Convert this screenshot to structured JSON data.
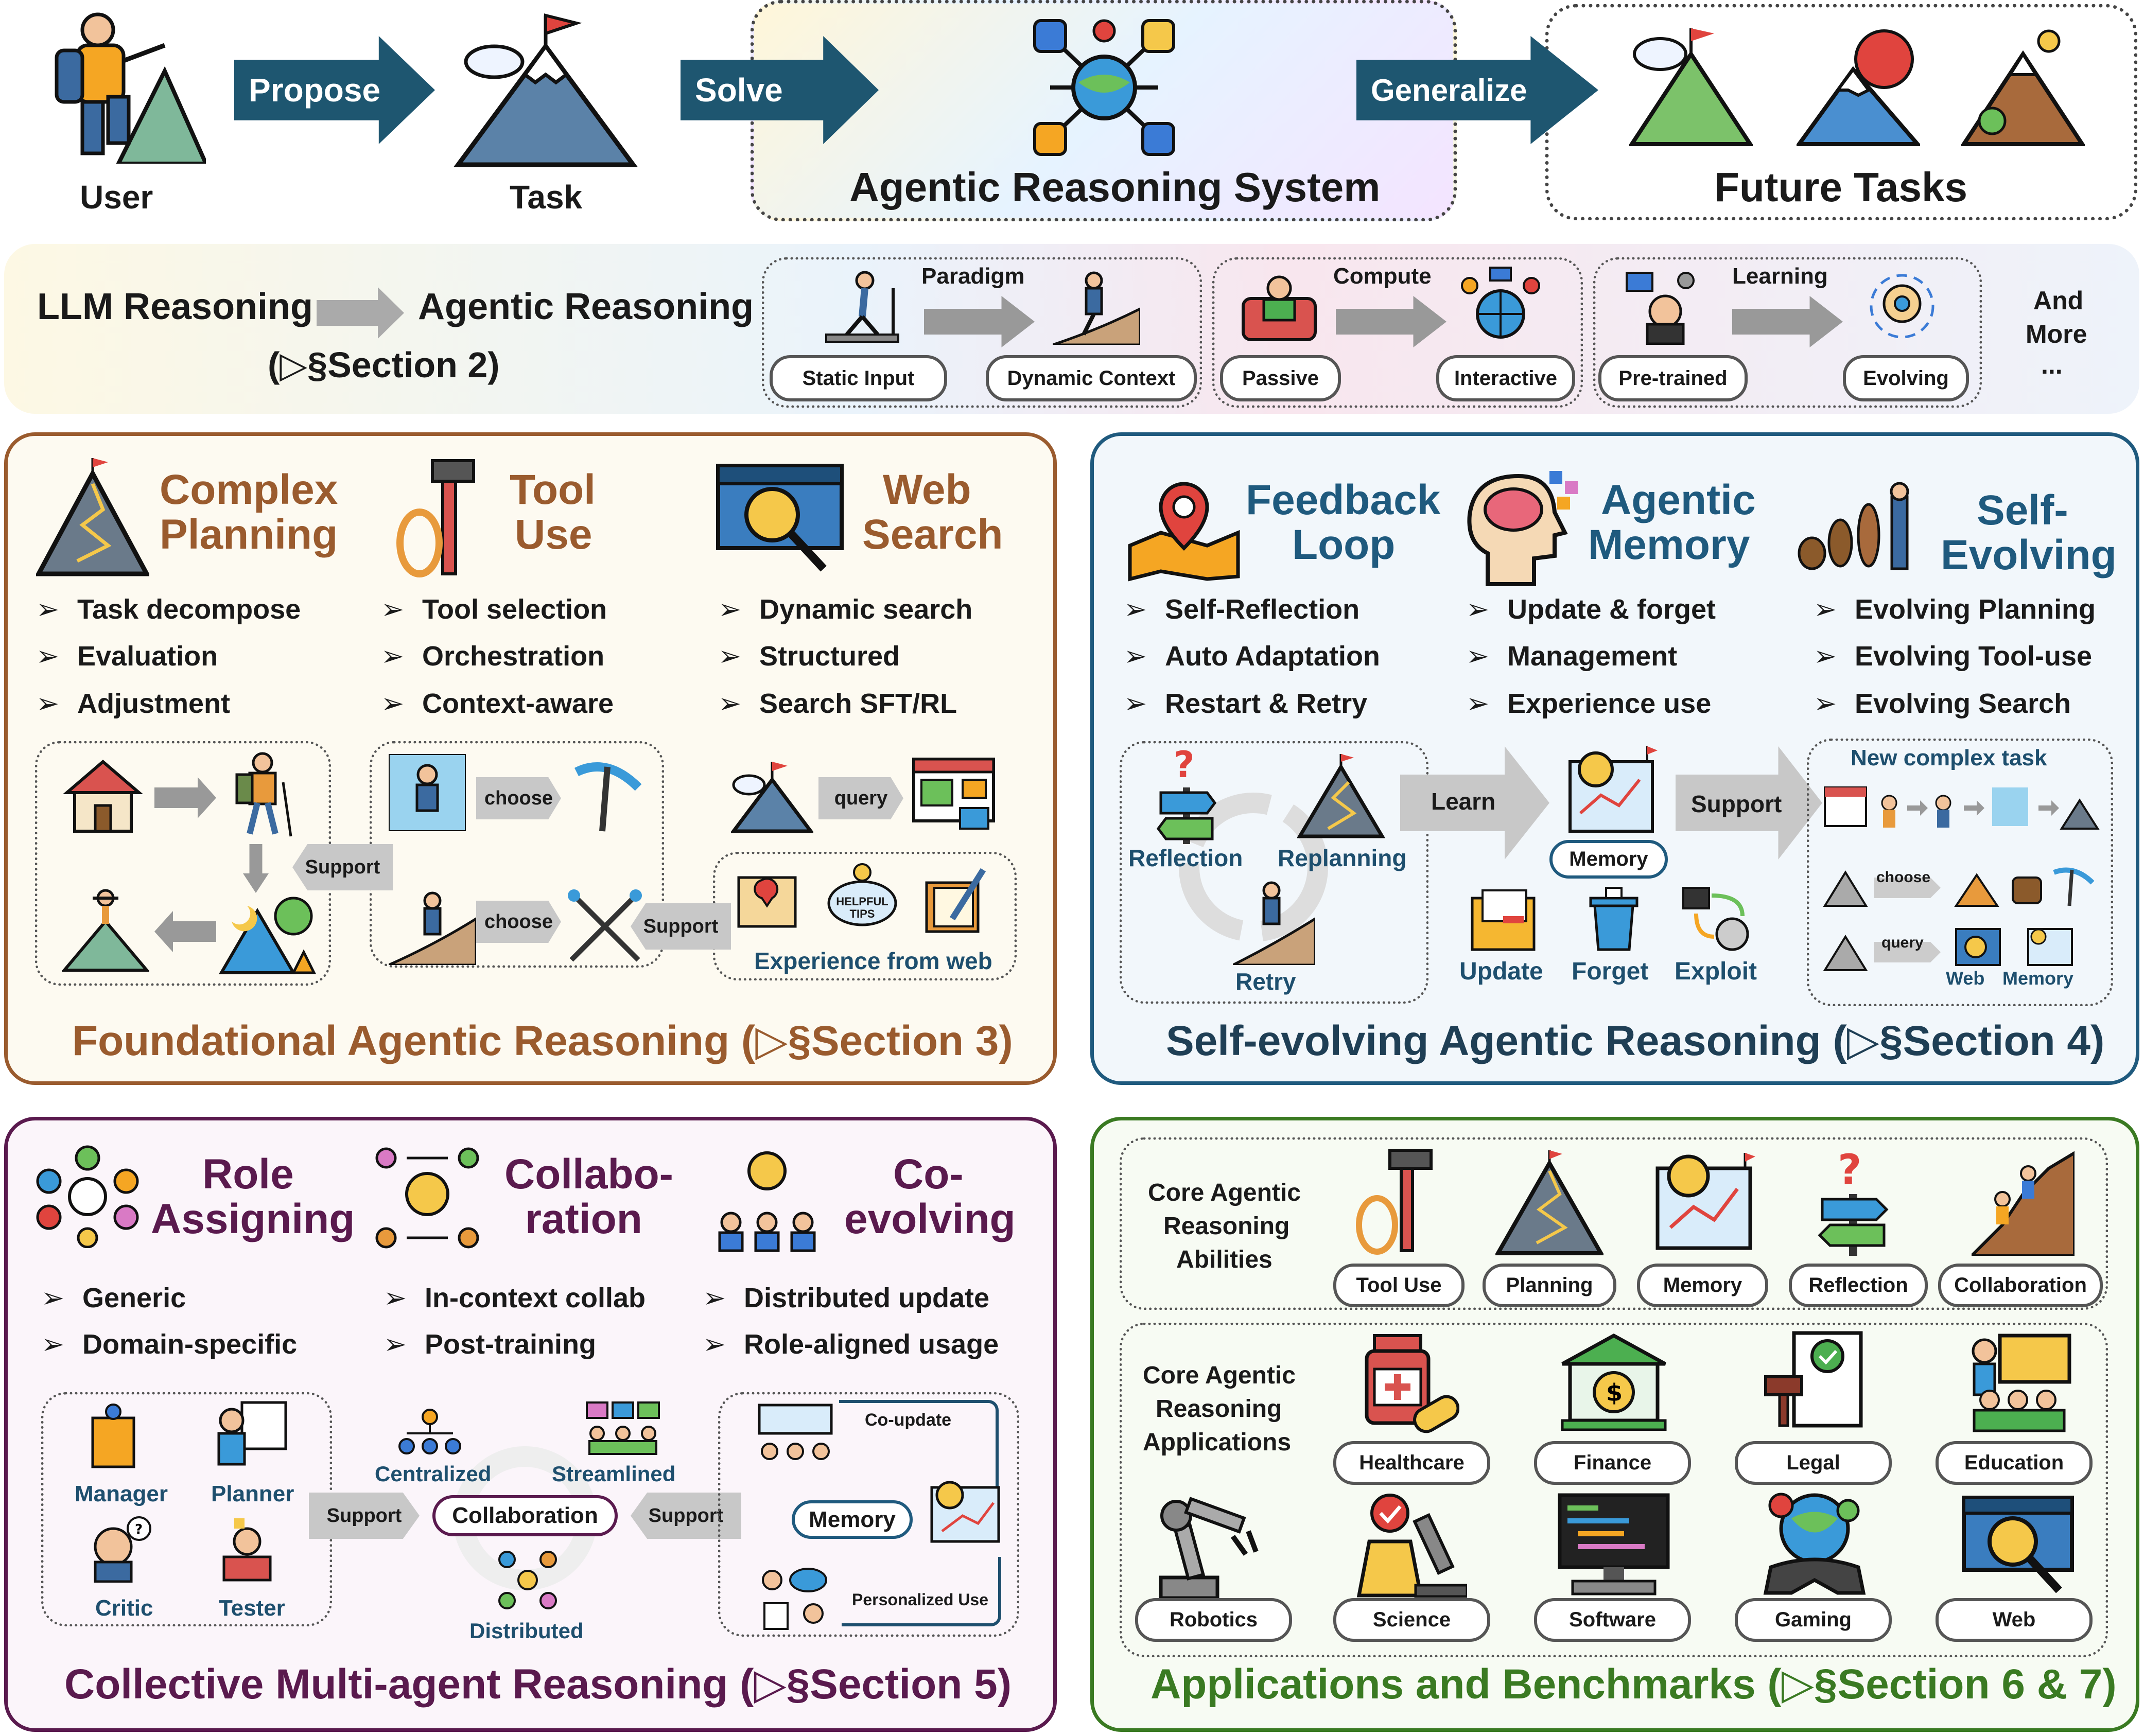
{
  "top": {
    "user": "User",
    "propose": "Propose",
    "task": "Task",
    "solve": "Solve",
    "system": "Agentic Reasoning System",
    "generalize": "Generalize",
    "future": "Future Tasks"
  },
  "band": {
    "llm": "LLM Reasoning",
    "agentic": "Agentic Reasoning",
    "section": "(▷§Section 2)",
    "paradigm": "Paradigm",
    "static": "Static Input",
    "dynamic": "Dynamic Context",
    "compute": "Compute",
    "passive": "Passive",
    "interactive": "Interactive",
    "learning": "Learning",
    "pretrained": "Pre-trained",
    "evolving": "Evolving",
    "more1": "And",
    "more2": "More",
    "more3": "..."
  },
  "foundational": {
    "h1a": "Complex",
    "h1b": "Planning",
    "h2a": "Tool",
    "h2b": "Use",
    "h3a": "Web",
    "h3b": "Search",
    "c1": [
      "Task decompose",
      "Evaluation",
      "Adjustment"
    ],
    "c2": [
      "Tool selection",
      "Orchestration",
      "Context-aware"
    ],
    "c3": [
      "Dynamic search",
      "Structured",
      "Search SFT/RL"
    ],
    "choose": "choose",
    "support": "Support",
    "query": "query",
    "tips": "HELPFUL TIPS",
    "experience": "Experience from web",
    "footer": "Foundational Agentic Reasoning (▷§Section 3)"
  },
  "selfevolving": {
    "h1a": "Feedback",
    "h1b": "Loop",
    "h2a": "Agentic",
    "h2b": "Memory",
    "h3a": "Self-",
    "h3b": "Evolving",
    "c1": [
      "Self-Reflection",
      "Auto Adaptation",
      "Restart & Retry"
    ],
    "c2": [
      "Update & forget",
      "Management",
      "Experience use"
    ],
    "c3": [
      "Evolving Planning",
      "Evolving Tool-use",
      "Evolving Search"
    ],
    "reflection": "Reflection",
    "replanning": "Replanning",
    "retry": "Retry",
    "learn": "Learn",
    "memory": "Memory",
    "support": "Support",
    "update": "Update",
    "forget": "Forget",
    "exploit": "Exploit",
    "newtask": "New complex task",
    "choose": "choose",
    "query": "query",
    "web": "Web",
    "memory2": "Memory",
    "footer": "Self-evolving Agentic Reasoning (▷§Section 4)"
  },
  "multiagent": {
    "h1a": "Role",
    "h1b": "Assigning",
    "h2a": "Collabo-",
    "h2b": "ration",
    "h3a": "Co-",
    "h3b": "evolving",
    "c1": [
      "Generic",
      "Domain-specific"
    ],
    "c2": [
      "In-context collab",
      "Post-training"
    ],
    "c3": [
      "Distributed update",
      "Role-aligned usage"
    ],
    "manager": "Manager",
    "planner": "Planner",
    "critic": "Critic",
    "tester": "Tester",
    "support": "Support",
    "centralized": "Centralized",
    "streamlined": "Streamlined",
    "collaboration": "Collaboration",
    "distributed": "Distributed",
    "coupdate": "Co-update",
    "memory": "Memory",
    "personalized": "Personalized Use",
    "footer": "Collective Multi-agent Reasoning (▷§Section 5)"
  },
  "apps": {
    "abilities_title": [
      "Core Agentic",
      "Reasoning",
      "Abilities"
    ],
    "abilities": [
      "Tool Use",
      "Planning",
      "Memory",
      "Reflection",
      "Collaboration"
    ],
    "apps_title": [
      "Core Agentic",
      "Reasoning",
      "Applications"
    ],
    "row1": [
      "Healthcare",
      "Finance",
      "Legal",
      "Education"
    ],
    "row2": [
      "Robotics",
      "Science",
      "Software",
      "Gaming",
      "Web"
    ],
    "footer": "Applications and Benchmarks (▷§Section 6 & 7)"
  },
  "colors": {
    "arrow": "#1e5670",
    "brown": "#9a5b2e",
    "blue": "#1f5a7e",
    "purple": "#5a1a4e",
    "green": "#3a7a22"
  }
}
